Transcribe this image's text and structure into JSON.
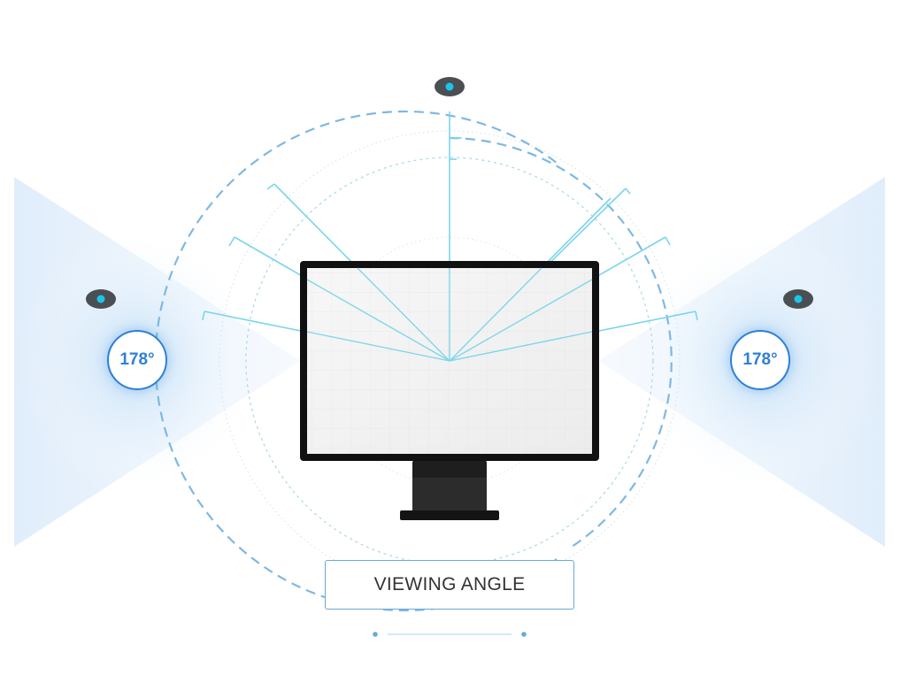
{
  "left_angle": "178°",
  "right_angle": "178°",
  "caption": "VIEWING ANGLE",
  "colors": {
    "accent": "#2f80d6",
    "ray": "#79d5ea",
    "dashed_arc": "#7fb8e3",
    "monitor": "#111111",
    "eye": "#4a4f54",
    "pupil": "#1cc4e8"
  },
  "icons": [
    "eye-icon-top",
    "eye-icon-left",
    "eye-icon-right"
  ]
}
